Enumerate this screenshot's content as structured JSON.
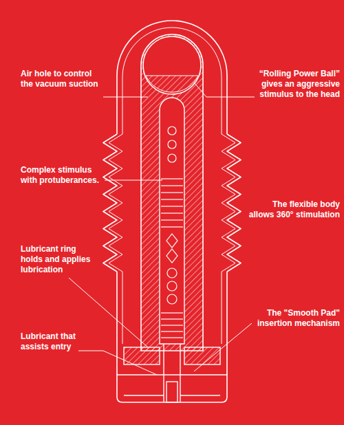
{
  "diagram": {
    "labels": [
      "Air hole to control the vacuum suction",
      "“Rolling Power Ball” gives an aggressive stimulus to the head",
      "Complex stimulus with protuberances.",
      "The flexible body allows 360° stimulation",
      "Lubricant ring holds and applies lubrication",
      "The \"Smooth Pad\" insertion mechanism",
      "Lubricant that assists entry"
    ]
  }
}
